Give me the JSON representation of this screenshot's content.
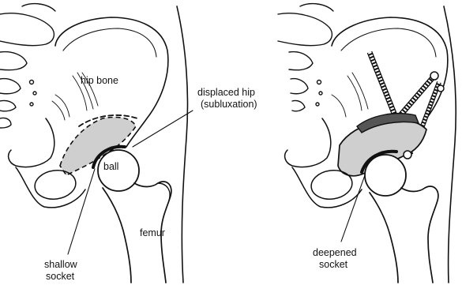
{
  "left_panel": {
    "labels": {
      "hip_bone": "hip bone",
      "displaced_hip_line1": "displaced hip",
      "displaced_hip_line2": "(subluxation)",
      "ball": "ball",
      "femur": "femur",
      "shallow_line1": "shallow",
      "shallow_line2": "socket"
    }
  },
  "right_panel": {
    "labels": {
      "deepened_line1": "deepened",
      "deepened_line2": "socket"
    }
  },
  "colors": {
    "ink": "#111111",
    "socket_fill": "#cfcfcf",
    "bone_shade": "#e4e4e4",
    "background": "#ffffff"
  }
}
